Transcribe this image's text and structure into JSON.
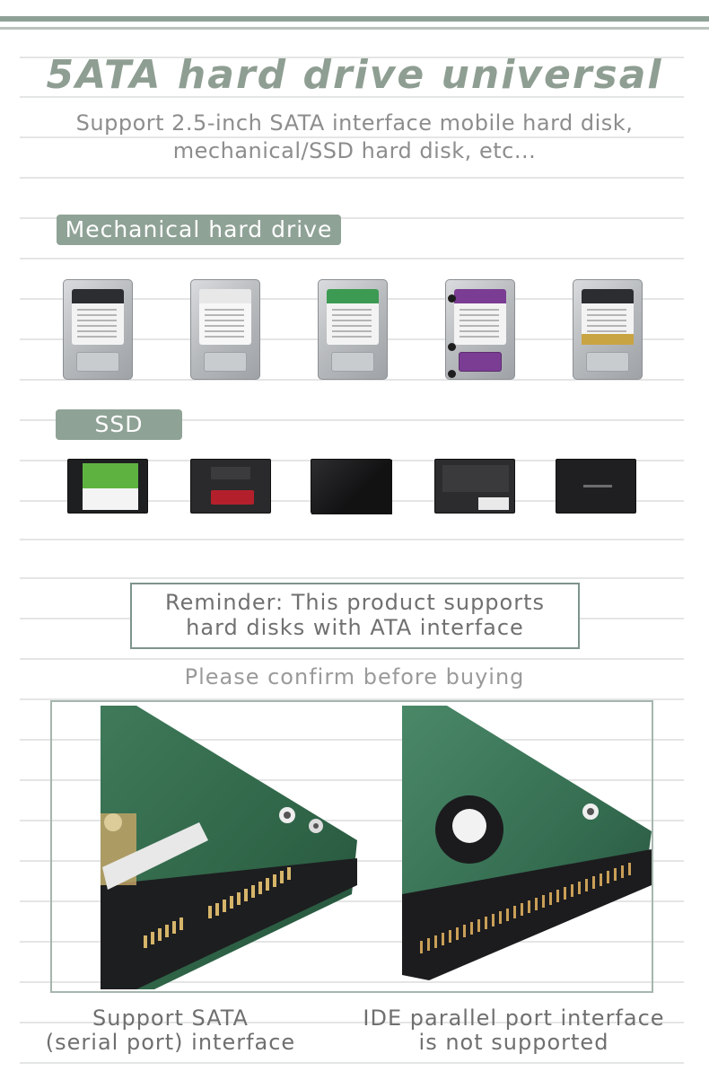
{
  "header": {
    "title": "5ATA hard drive universal",
    "subtitle_line1": "Support 2.5-inch SATA interface mobile hard disk,",
    "subtitle_line2": "mechanical/SSD hard disk, etc..."
  },
  "mechanical": {
    "tag": "Mechanical hard drive",
    "drives": [
      {
        "icon": "wd-hdd-icon",
        "band_color": "#2c2d30"
      },
      {
        "icon": "seagate-hdd-icon",
        "band_color": "#e8e8e8"
      },
      {
        "icon": "seagate-barracuda-hdd-icon",
        "band_color": "#3d9a52"
      },
      {
        "icon": "wd-purple-hdd-icon",
        "band_color": "#7b3d93"
      },
      {
        "icon": "wd-gold-hdd-icon",
        "band_color": "#c9a443"
      }
    ]
  },
  "ssd": {
    "tag": "SSD",
    "drives": [
      {
        "icon": "wd-green-ssd-icon"
      },
      {
        "icon": "sandisk-ssd-plus-icon"
      },
      {
        "icon": "lexar-ssd-icon"
      },
      {
        "icon": "hyperx-fury-ssd-icon"
      },
      {
        "icon": "samsung-ssd-icon"
      }
    ]
  },
  "reminder": {
    "line1": "Reminder: This product supports",
    "line2": "hard disks with ATA interface"
  },
  "confirm": "Please confirm before buying",
  "captions": {
    "left_line1": "Support SATA",
    "left_line2": "(serial port) interface",
    "right_line1": "IDE parallel port interface",
    "right_line2": "is not supported"
  },
  "colors": {
    "accent": "#8fa296",
    "frame": "#a6b6ad",
    "title": "#8f9e92"
  }
}
